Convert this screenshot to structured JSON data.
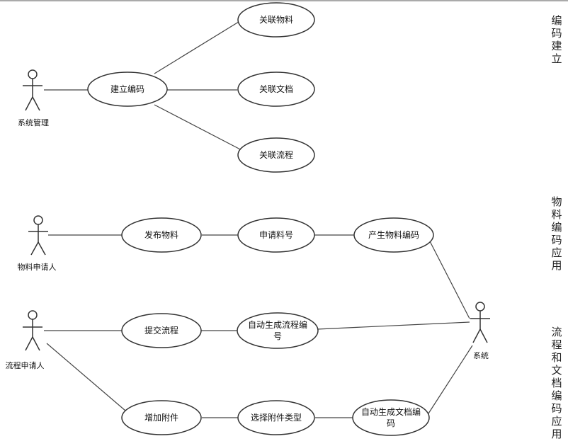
{
  "actors": {
    "admin": "系统管理",
    "material_applicant": "物料申请人",
    "process_applicant": "流程申请人",
    "system": "系统"
  },
  "use_cases": {
    "create_code": "建立编码",
    "link_material": "关联物料",
    "link_document": "关联文档",
    "link_process": "关联流程",
    "publish_material": "发布物料",
    "apply_material_no": "申请料号",
    "generate_material_code": "产生物料编码",
    "submit_process": "提交流程",
    "auto_process_code": [
      "自动生成流程编",
      "号"
    ],
    "add_attachment": "增加附件",
    "select_attachment_type": "选择附件类型",
    "auto_document_code": [
      "自动生成文档编",
      "码"
    ]
  },
  "sections": {
    "code_setup": [
      "编",
      "码",
      "建",
      "立"
    ],
    "material_code_app": [
      "物",
      "料",
      "编",
      "码",
      "应",
      "用"
    ],
    "process_doc_code_app": [
      "流",
      "程",
      "和",
      "文",
      "档",
      "编",
      "码",
      "应",
      "用"
    ]
  }
}
